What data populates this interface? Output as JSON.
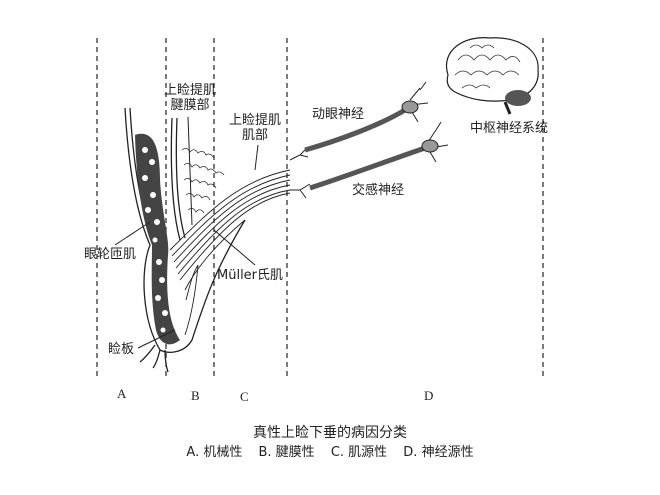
{
  "labels": {
    "levator_aponeurosis": [
      "上睑提肌",
      "腱膜部"
    ],
    "levator_muscle": [
      "上睑提肌",
      "肌部"
    ],
    "oculomotor_nerve": "动眼神经",
    "sympathetic_nerve": "交感神经",
    "cns": "中枢神经系统",
    "orbicularis": "眼轮匝肌",
    "muller": "Müller氏肌",
    "tarsus": "睑板"
  },
  "zones": [
    "A",
    "B",
    "C",
    "D"
  ],
  "title": "真性上睑下垂的病因分类",
  "legend": [
    "A. 机械性",
    "B. 腱膜性",
    "C. 肌源性",
    "D. 神经源性"
  ]
}
